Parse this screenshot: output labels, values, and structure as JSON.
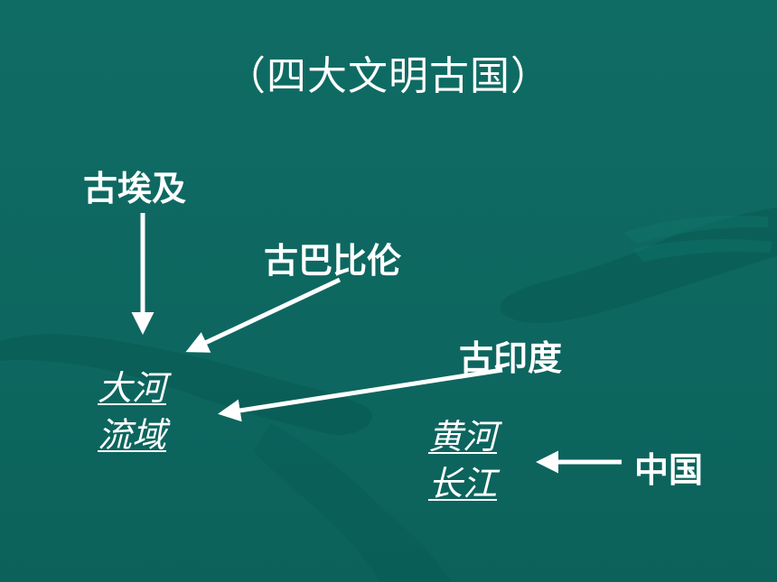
{
  "title": "（四大文明古国）",
  "civilizations": {
    "egypt": "古埃及",
    "babylon": "古巴比伦",
    "india": "古印度",
    "china": "中国"
  },
  "regions": {
    "river_valley": [
      "大河",
      "流域"
    ],
    "yellow_yangtze": [
      "黄河",
      "长江"
    ]
  },
  "colors": {
    "background": "#0f6a62",
    "text": "#ffffff",
    "arrow": "#ffffff"
  }
}
